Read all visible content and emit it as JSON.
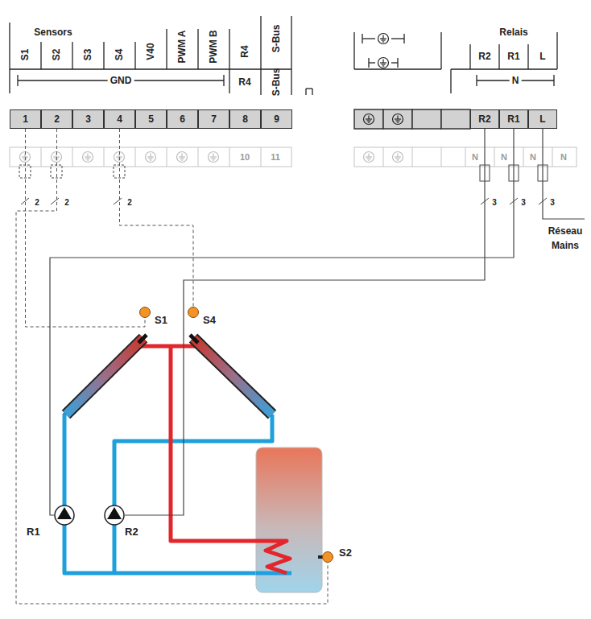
{
  "diagram": {
    "nodes": [
      {
        "text": [
          "1"
        ]
      },
      {
        "text": [
          "2"
        ]
      },
      {
        "text": [
          "3"
        ]
      },
      {
        "text": [
          "4"
        ]
      },
      {
        "text": [
          "5"
        ]
      },
      {
        "text": [
          "6"
        ]
      },
      {
        "text": [
          "7"
        ]
      },
      {
        "text": [
          "8"
        ]
      },
      {
        "text": [
          "9"
        ]
      },
      {
        "text": [
          "R2"
        ]
      },
      {
        "text": [
          "R1"
        ]
      },
      {
        "text": [
          "L"
        ]
      },
      {
        "text": [
          "S1"
        ]
      },
      {
        "text": [
          "S4"
        ]
      },
      {
        "text": [
          "R1"
        ]
      },
      {
        "text": [
          "R2"
        ]
      },
      {
        "text": [
          "S2"
        ]
      }
    ],
    "edges": [
      {
        "from": 0,
        "to": 12,
        "arrow": "none"
      },
      {
        "from": 1,
        "to": 16,
        "arrow": "none"
      },
      {
        "from": 3,
        "to": 13,
        "arrow": "none"
      },
      {
        "from": 10,
        "to": 14,
        "arrow": "none"
      },
      {
        "from": 9,
        "to": 15,
        "arrow": "none"
      }
    ],
    "labels": [
      "Sensors",
      "S1",
      "S2",
      "S3",
      "S4",
      "V40",
      "PWM A",
      "PWM B",
      "R4",
      "S-Bus",
      "GND",
      "R4",
      "S-Bus",
      "Relais",
      "R2",
      "R1",
      "L",
      "N",
      "10",
      "11",
      "N",
      "N",
      "N",
      "N",
      "2",
      "2",
      "2",
      "3",
      "3",
      "3",
      "Réseau",
      "Mains"
    ]
  }
}
